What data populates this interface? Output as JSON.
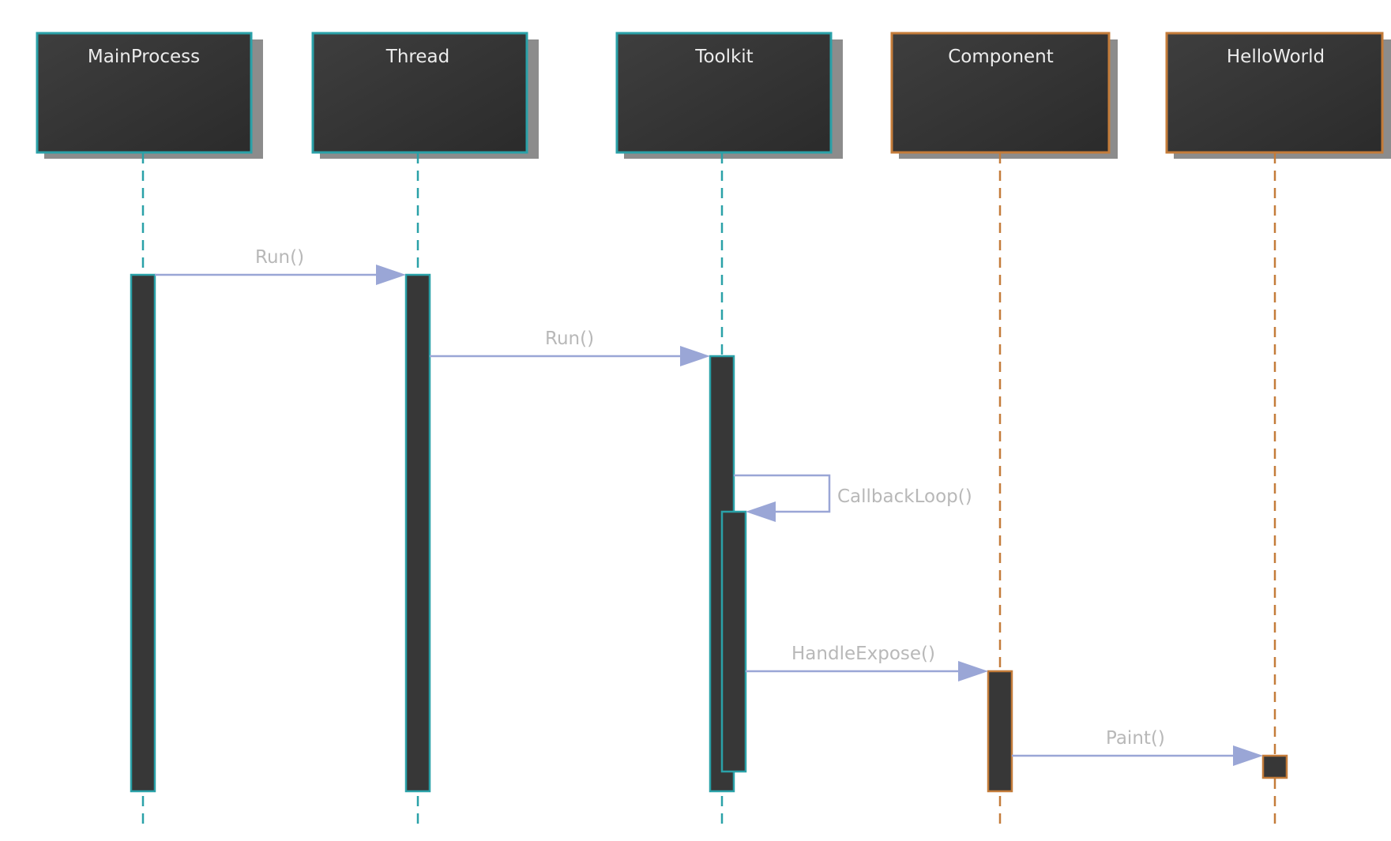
{
  "participants": [
    {
      "name": "MainProcess",
      "color": "#2aa1a8"
    },
    {
      "name": "Thread",
      "color": "#2aa1a8"
    },
    {
      "name": "Toolkit",
      "color": "#2aa1a8"
    },
    {
      "name": "Component",
      "color": "#c47c3a"
    },
    {
      "name": "HelloWorld",
      "color": "#c47c3a"
    }
  ],
  "messages": [
    {
      "from": "MainProcess",
      "to": "Thread",
      "label": "Run()"
    },
    {
      "from": "Thread",
      "to": "Toolkit",
      "label": "Run()"
    },
    {
      "from": "Toolkit",
      "to": "Toolkit",
      "label": "CallbackLoop()"
    },
    {
      "from": "Toolkit",
      "to": "Component",
      "label": "HandleExpose()"
    },
    {
      "from": "Component",
      "to": "HelloWorld",
      "label": "Paint()"
    }
  ],
  "colors": {
    "box_fill_dark": "#2b2b2b",
    "box_fill_light": "#3e3e3e",
    "shadow": "#8c8c8c",
    "arrow": "#9aa6d6",
    "message_text": "#b8b8b8",
    "header_text": "#ececec"
  }
}
